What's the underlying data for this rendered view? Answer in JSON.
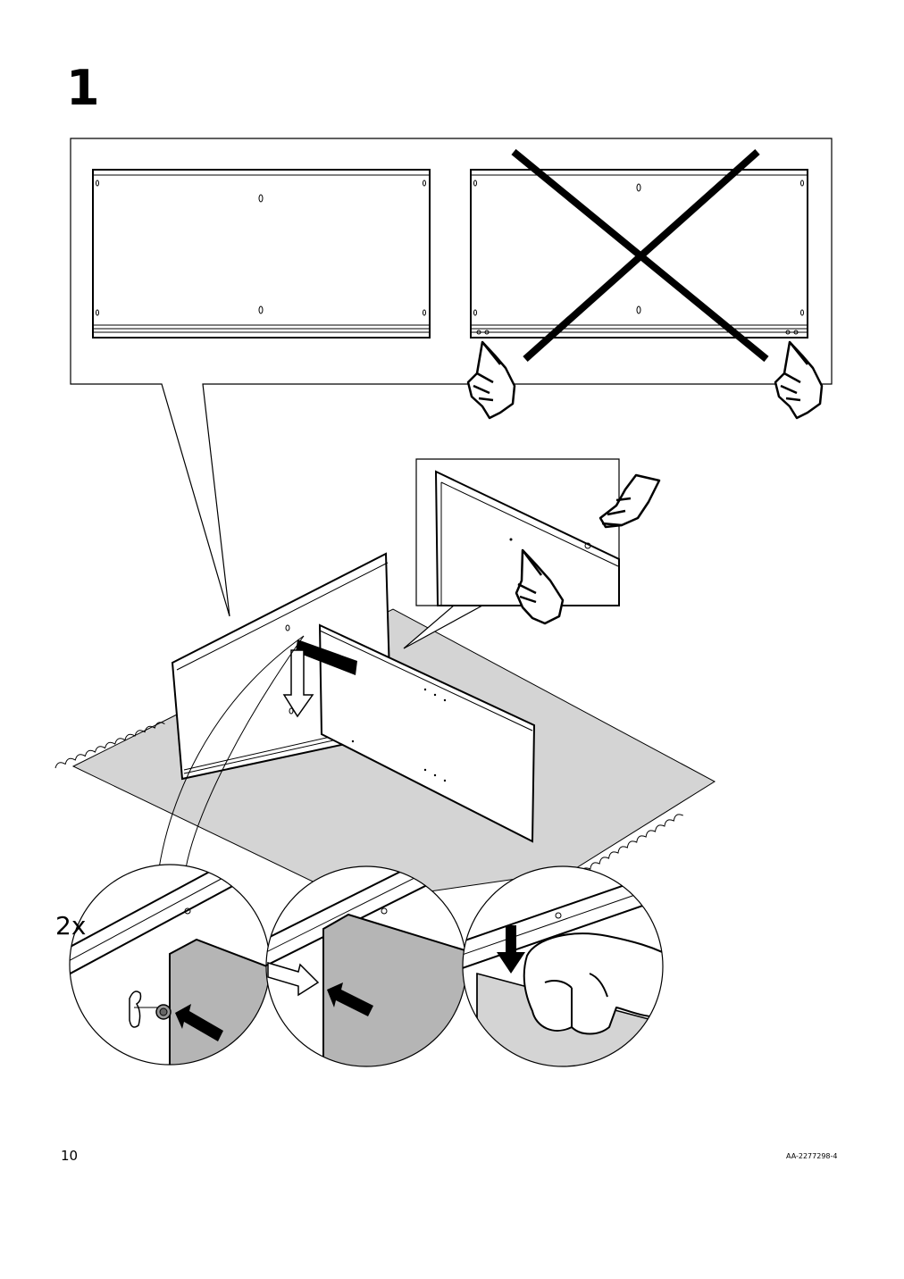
{
  "step": {
    "number": "1"
  },
  "quantity_label": "2x",
  "footer": {
    "page_number": "10",
    "document_code": "AA-2277298-4"
  }
}
